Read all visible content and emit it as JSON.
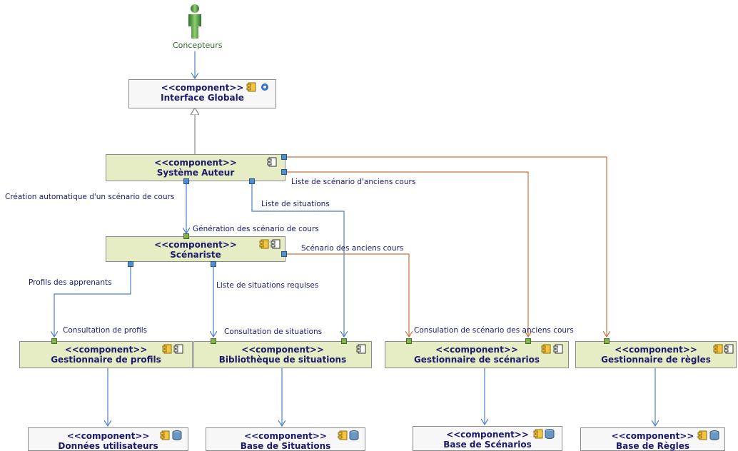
{
  "actor": {
    "label": "Concepteurs"
  },
  "stereotype": "<<component>>",
  "components": {
    "interface_globale": "Interface Globale",
    "systeme_auteur": "Système Auteur",
    "scenariste": "Scénariste",
    "gestionnaire_profils": "Gestionnaire de profils",
    "bibliotheque_situations": "Bibliothèque de situations",
    "gestionnaire_scenarios": "Gestionnaire de scénarios",
    "gestionnaire_regles": "Gestionnaire de règles",
    "donnees_utilisateurs": "Données utilisateurs",
    "base_situations": "Base de Situations",
    "base_scenarios": "Base de Scénarios",
    "base_regles": "Base de Règles"
  },
  "labels": {
    "creation_auto": "Création automatique d'un scénario de cours",
    "liste_scenario_anciens": "Liste de scénario d'anciens cours",
    "liste_situations": "Liste de situations",
    "generation_scenario": "Génération des scénario de cours",
    "scenario_anciens": "Scénario des anciens cours",
    "profils_apprenants": "Profils des apprenants",
    "liste_situations_requises": "Liste de situations requises",
    "consultation_profils": "Consultation de profils",
    "consultation_situations": "Consultation de situations",
    "consulation_scenario": "Consulation de scénario des anciens cours"
  },
  "colors": {
    "component_fill": "#e6ecc3",
    "database_fill": "#f7f7f7",
    "blue_connector": "#4b7fc4",
    "orange_connector": "#c8743c",
    "text": "#1a1a6e"
  }
}
